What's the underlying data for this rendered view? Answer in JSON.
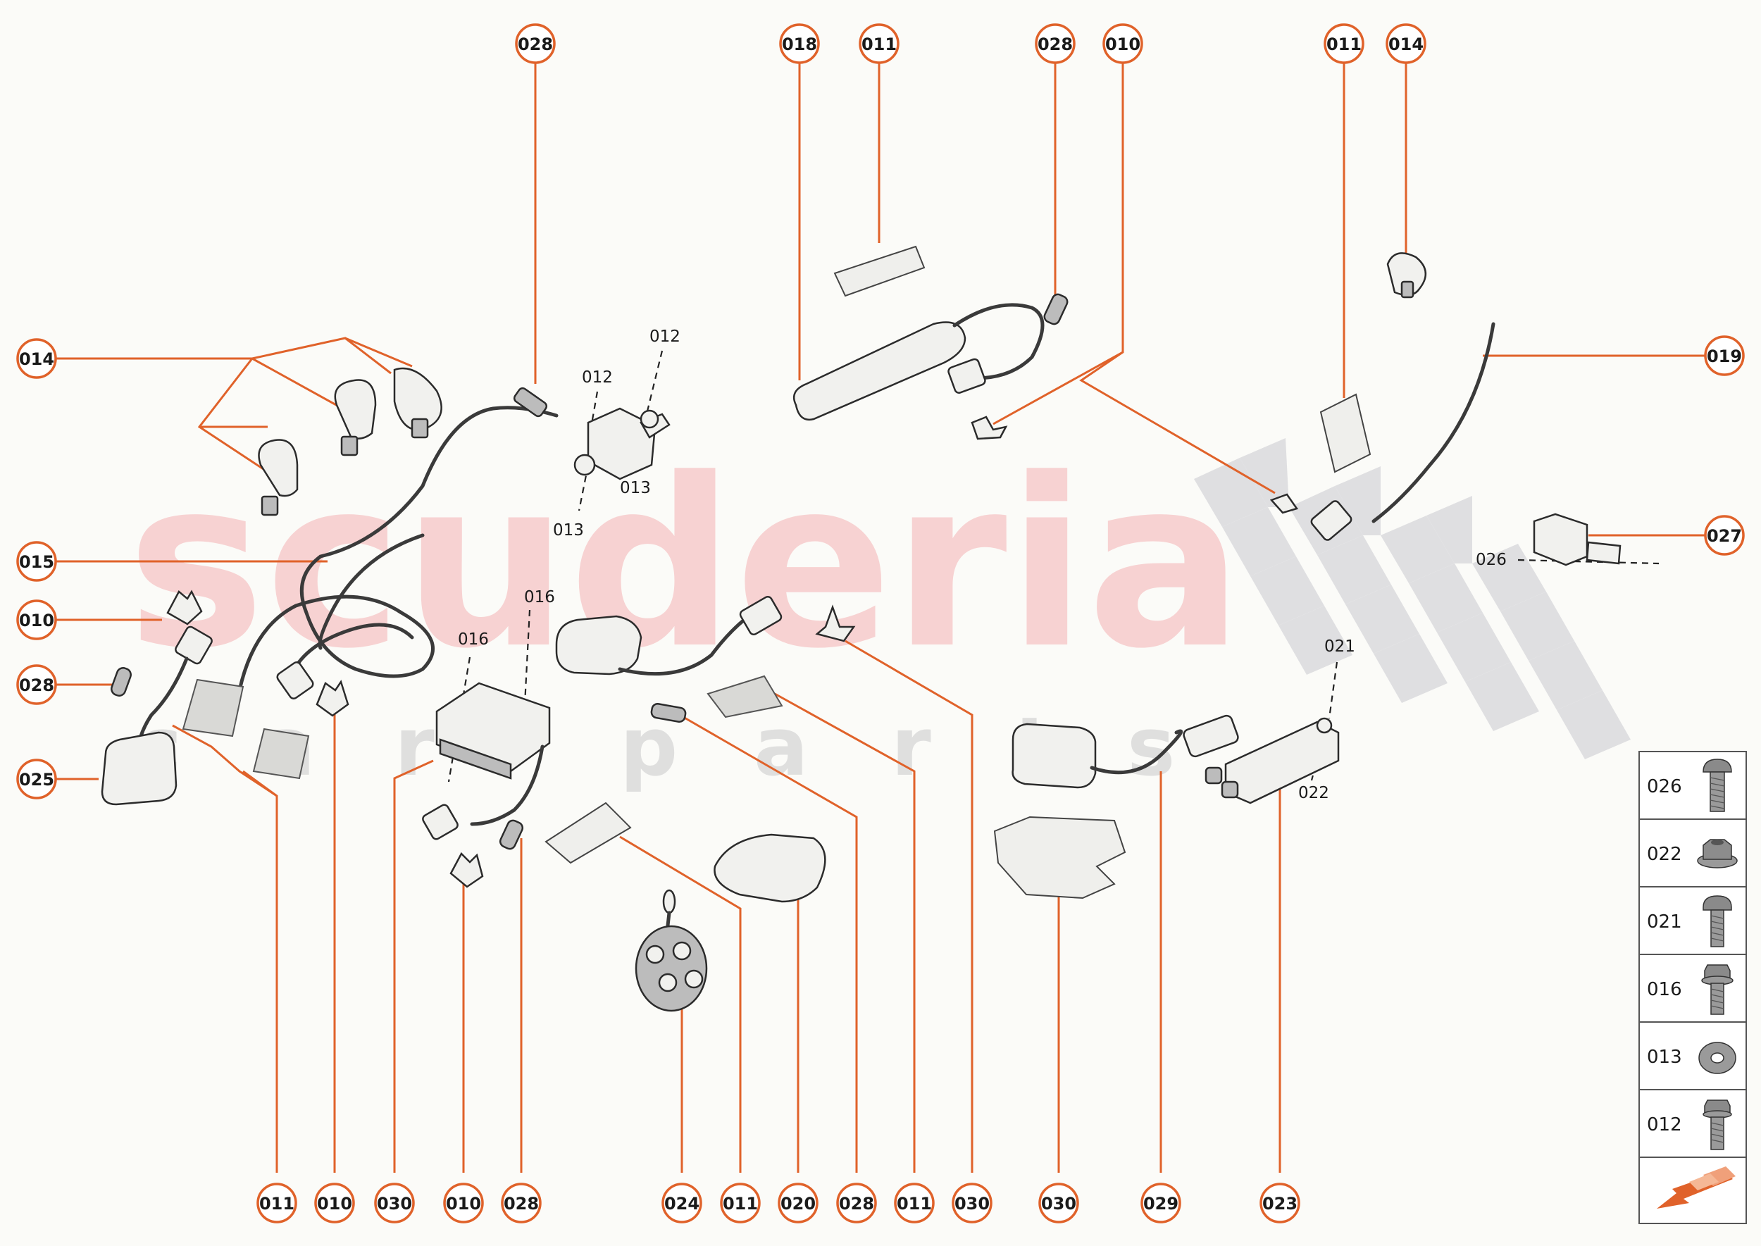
{
  "watermark": {
    "brand": "scuderia",
    "sub_letters": [
      "c",
      "a",
      "r",
      "p",
      "a",
      "r",
      "t",
      "s"
    ]
  },
  "callouts": {
    "top": [
      "028",
      "018",
      "011",
      "028",
      "010",
      "011",
      "014"
    ],
    "left": [
      "014",
      "015",
      "010",
      "028",
      "025"
    ],
    "right": [
      "019",
      "027"
    ],
    "bottom": [
      "011",
      "010",
      "030",
      "010",
      "028",
      "024",
      "011",
      "020",
      "028",
      "011",
      "030",
      "030",
      "029",
      "023"
    ]
  },
  "inline_labels": {
    "l012a": "012",
    "l012b": "012",
    "l013a": "013",
    "l013b": "013",
    "l016a": "016",
    "l016b": "016",
    "l021": "021",
    "l022": "022",
    "l026": "026"
  },
  "legend": {
    "rows": [
      {
        "code": "026",
        "icon": "button-head-bolt-icon"
      },
      {
        "code": "022",
        "icon": "flange-nut-icon"
      },
      {
        "code": "021",
        "icon": "pan-head-screw-icon"
      },
      {
        "code": "016",
        "icon": "hex-flange-bolt-icon"
      },
      {
        "code": "013",
        "icon": "washer-icon"
      },
      {
        "code": "012",
        "icon": "hex-bolt-icon"
      }
    ],
    "arrow_icon": "orientation-arrow-icon"
  },
  "colors": {
    "accent": "#e0622a",
    "watermark": "#f7c9c9",
    "checker": "#d6d6da"
  }
}
